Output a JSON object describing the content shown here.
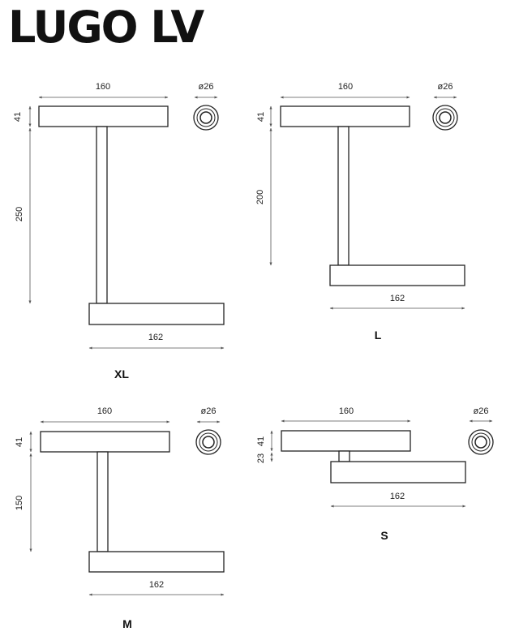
{
  "title": "LUGO LV",
  "variants": [
    {
      "size": "XL",
      "top_width": "160",
      "diameter": "ø26",
      "top_height": "41",
      "stem_length": "250",
      "bottom_width": "162"
    },
    {
      "size": "L",
      "top_width": "160",
      "diameter": "ø26",
      "top_height": "41",
      "stem_length": "200",
      "bottom_width": "162"
    },
    {
      "size": "M",
      "top_width": "160",
      "diameter": "ø26",
      "top_height": "41",
      "stem_length": "150",
      "bottom_width": "162"
    },
    {
      "size": "S",
      "top_width": "160",
      "diameter": "ø26",
      "top_height": "41",
      "stem_length": "23",
      "bottom_width": "162"
    }
  ]
}
